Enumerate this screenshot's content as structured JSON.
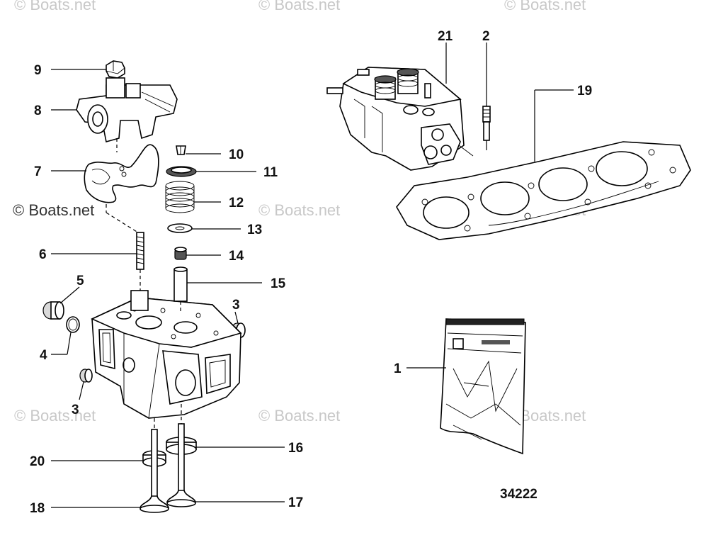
{
  "watermark": {
    "text": "© Boats.net",
    "color": "#c8c8c8",
    "copies": [
      {
        "id": "wm-top-left",
        "style": "light"
      },
      {
        "id": "wm-top-mid",
        "style": "light"
      },
      {
        "id": "wm-top-right",
        "style": "light"
      },
      {
        "id": "wm-mid-left",
        "style": "dark"
      },
      {
        "id": "wm-mid-center",
        "style": "light"
      },
      {
        "id": "wm-mid-right",
        "style": "light"
      },
      {
        "id": "wm-bot-left",
        "style": "light"
      },
      {
        "id": "wm-bot-center",
        "style": "light"
      },
      {
        "id": "wm-bot-right",
        "style": "light"
      }
    ]
  },
  "callouts": {
    "c1": "1",
    "c2": "2",
    "c3a": "3",
    "c3b": "3",
    "c4": "4",
    "c5": "5",
    "c6": "6",
    "c7": "7",
    "c8": "8",
    "c9": "9",
    "c10": "10",
    "c11": "11",
    "c12": "12",
    "c13": "13",
    "c14": "14",
    "c15": "15",
    "c16": "16",
    "c17": "17",
    "c18": "18",
    "c19": "19",
    "c20": "20",
    "c21": "21"
  },
  "figure_number": "34222",
  "parts": [
    {
      "name": "hex-nut",
      "callout": "9"
    },
    {
      "name": "rocker-arm-assembly",
      "callout": "8"
    },
    {
      "name": "rocker-gasket",
      "callout": "7"
    },
    {
      "name": "stud",
      "callout": "6"
    },
    {
      "name": "plug",
      "callout": "5"
    },
    {
      "name": "o-ring",
      "callout": "4"
    },
    {
      "name": "expansion-plug",
      "callout": "3"
    },
    {
      "name": "valve-keeper",
      "callout": "10"
    },
    {
      "name": "spring-retainer",
      "callout": "11"
    },
    {
      "name": "valve-spring",
      "callout": "12"
    },
    {
      "name": "spring-washer",
      "callout": "13"
    },
    {
      "name": "valve-stem-seal",
      "callout": "14"
    },
    {
      "name": "valve-guide",
      "callout": "15"
    },
    {
      "name": "exhaust-valve-seat",
      "callout": "16"
    },
    {
      "name": "exhaust-valve",
      "callout": "17"
    },
    {
      "name": "intake-valve",
      "callout": "18"
    },
    {
      "name": "intake-valve-seat",
      "callout": "20"
    },
    {
      "name": "head-gasket",
      "callout": "19"
    },
    {
      "name": "cylinder-head-assembly",
      "callout": "21"
    },
    {
      "name": "glow-plug",
      "callout": "2"
    },
    {
      "name": "gasket-kit-bag",
      "callout": "1"
    }
  ]
}
